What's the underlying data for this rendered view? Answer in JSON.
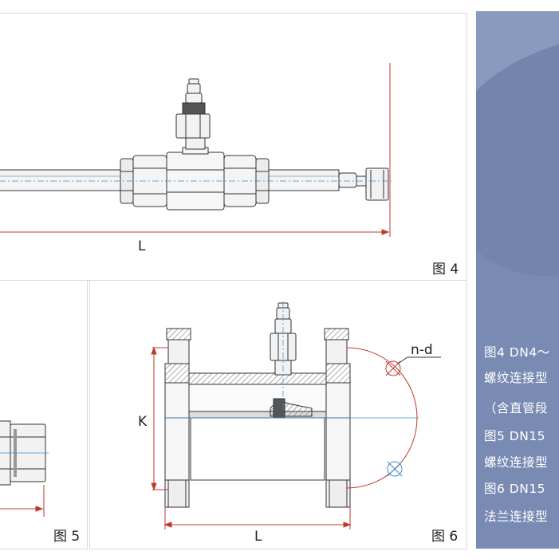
{
  "figures": {
    "fig4": {
      "caption": "图 4",
      "dimension_label": "L"
    },
    "fig5": {
      "caption": "图 5"
    },
    "fig6": {
      "caption": "图 6",
      "dim_length": "L",
      "dim_height": "K",
      "dim_holes": "n-d"
    }
  },
  "sidebar": {
    "lines": [
      "图4  DN4～",
      "螺纹连接型",
      "（含直管段",
      "图5  DN15",
      "螺纹连接型",
      "图6  DN15",
      "法兰连接型"
    ]
  },
  "colors": {
    "sidebar_bg": "#7485ad",
    "dimension_line": "#c0392b",
    "centerline": "#3a8fd0",
    "hatch": "#777777"
  }
}
